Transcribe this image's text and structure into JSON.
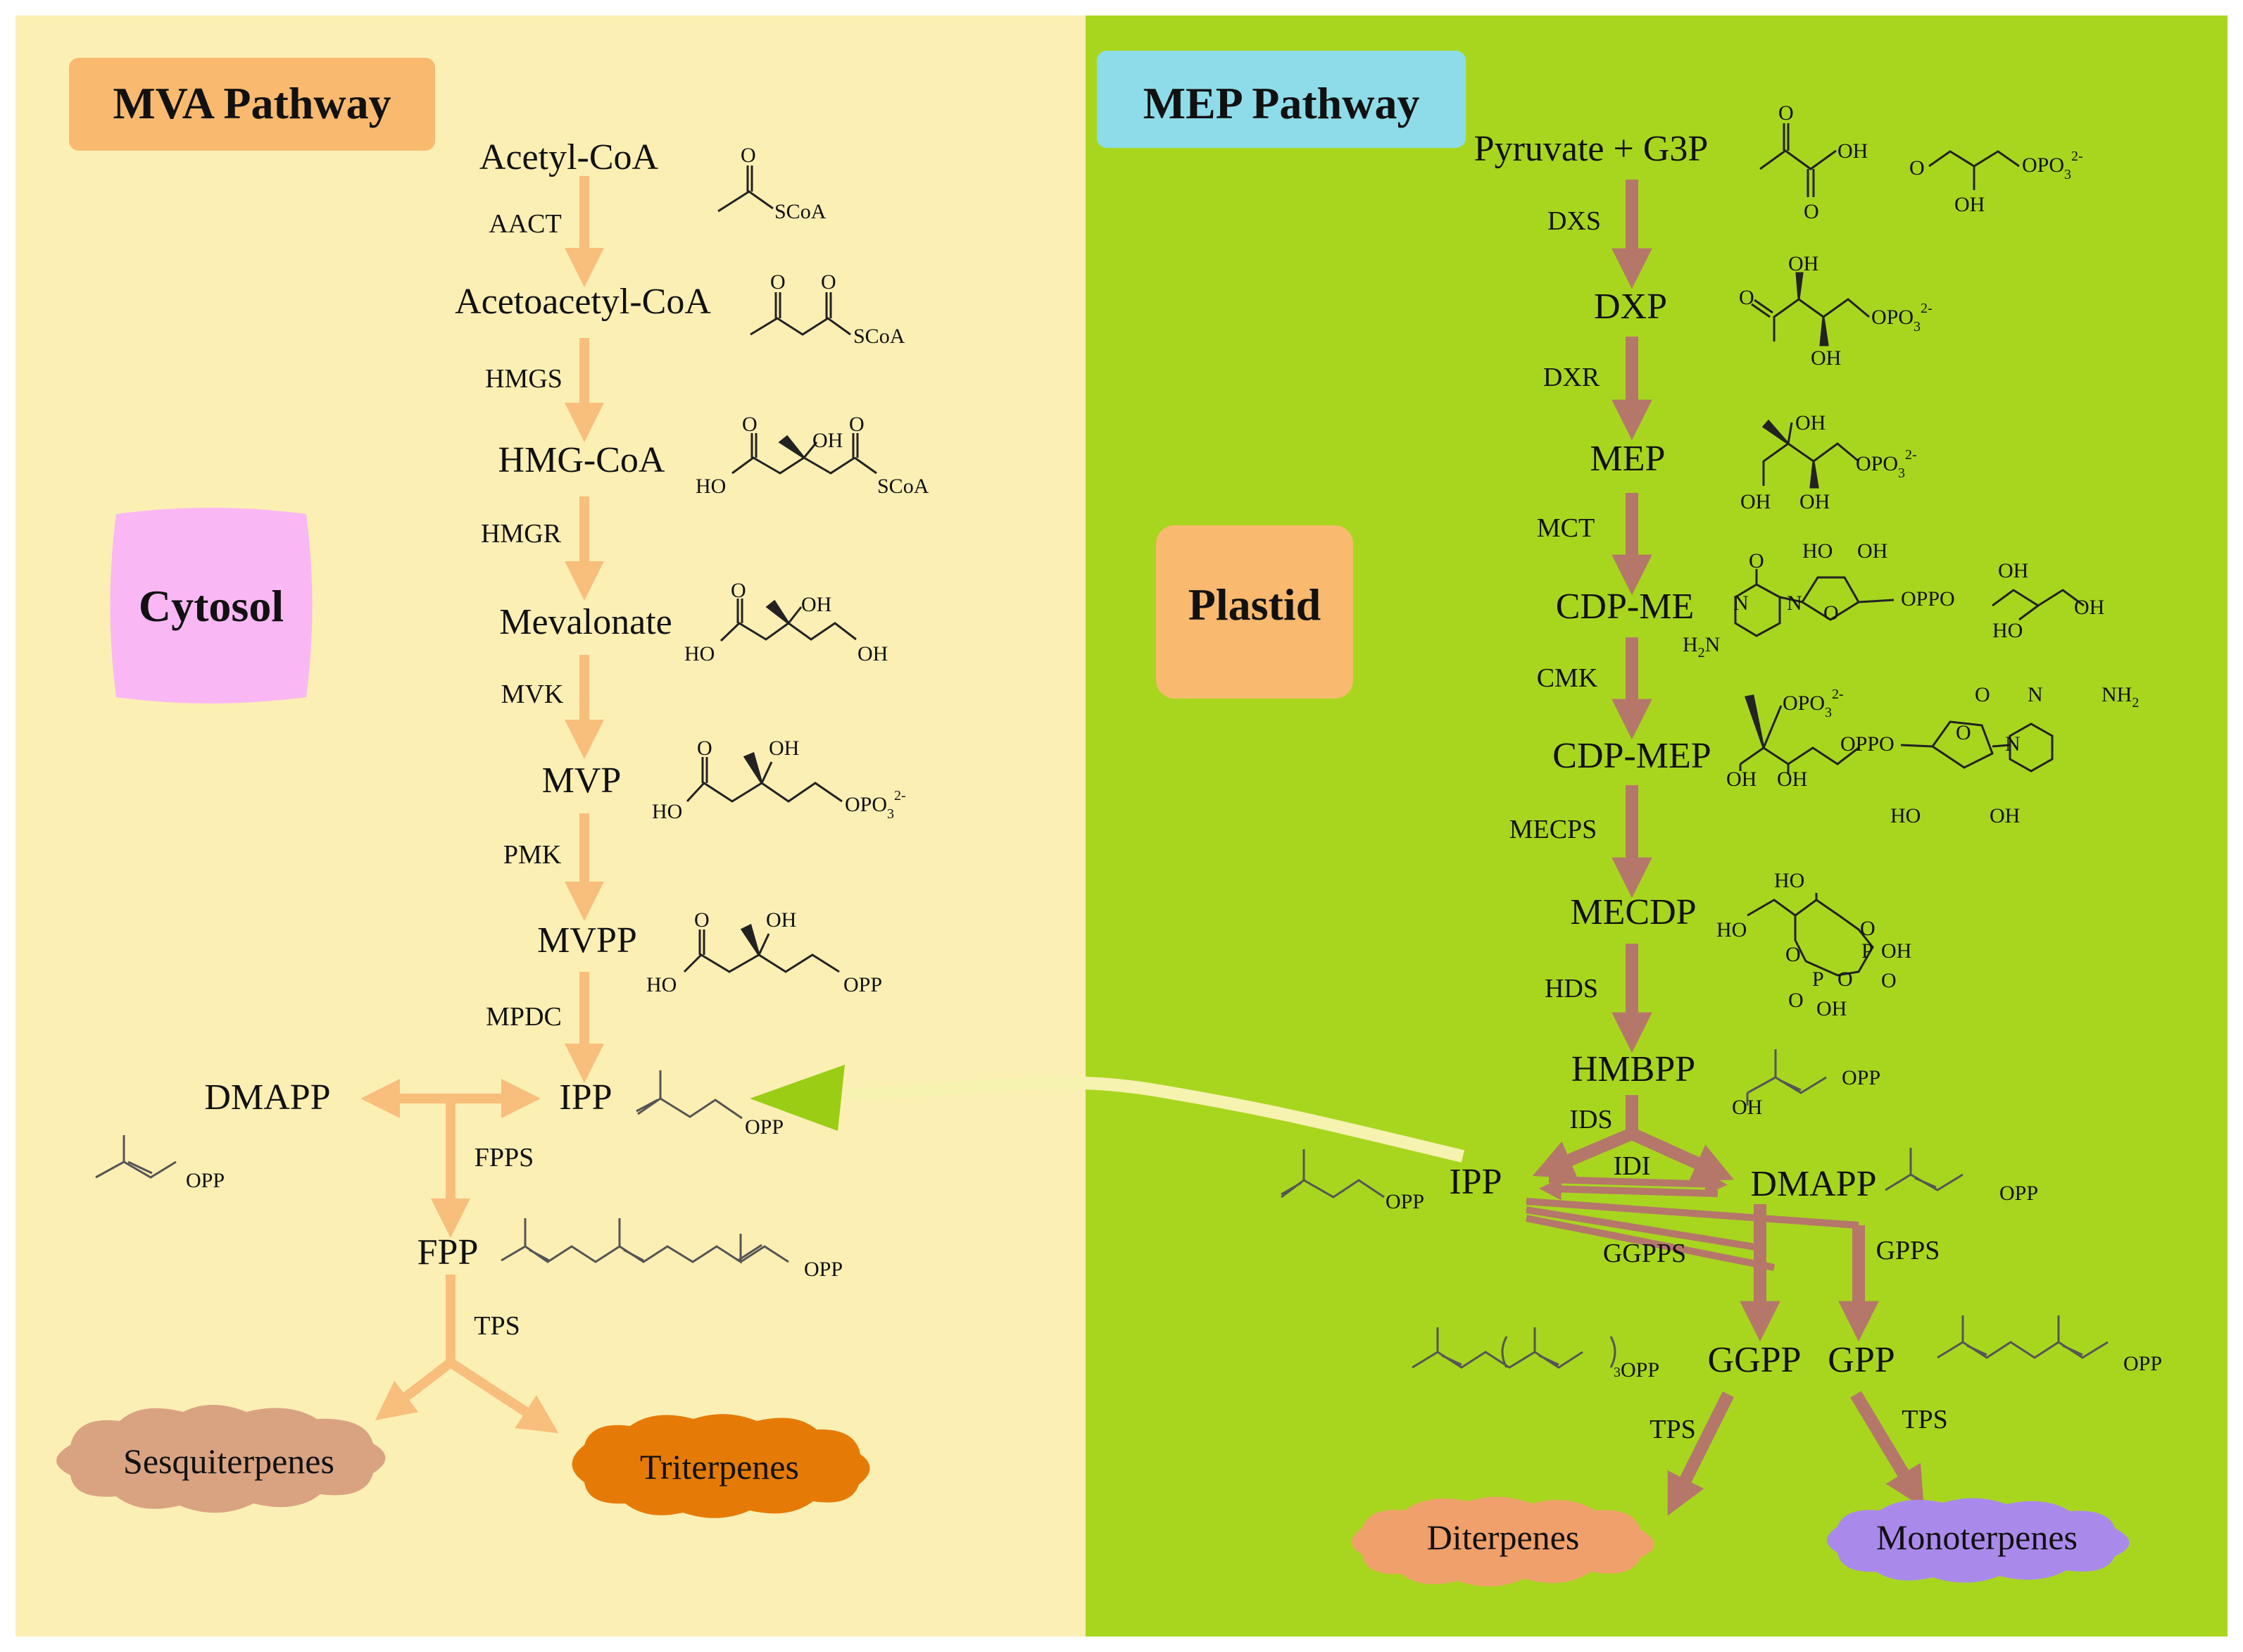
{
  "colors": {
    "mva_bg": "#FCEFB4",
    "mep_bg": "#A8D61F",
    "mva_arrow": "#F8BE7C",
    "mep_arrow": "#B5776A",
    "mva_label": "#F9B96E",
    "mep_label": "#8EDCEA",
    "cytosol": "#F9B7F4",
    "plastid": "#F9B96E",
    "sesquiterpenes": "#D9A382",
    "triterpenes": "#E57B06",
    "diterpenes": "#F0A06A",
    "monoterpenes": "#A98AEB",
    "transport": "#F6F2B0"
  },
  "mva": {
    "title": "MVA Pathway",
    "compartment": "Cytosol",
    "metabolites": [
      "Acetyl-CoA",
      "Acetoacetyl-CoA",
      "HMG-CoA",
      "Mevalonate",
      "MVP",
      "MVPP",
      "IPP",
      "DMAPP",
      "FPP"
    ],
    "enzymes": [
      "AACT",
      "HMGS",
      "HMGR",
      "MVK",
      "PMK",
      "MPDC",
      "FPPS",
      "TPS"
    ],
    "products": [
      "Sesquiterpenes",
      "Triterpenes"
    ]
  },
  "mep": {
    "title": "MEP Pathway",
    "compartment": "Plastid",
    "metabolites": [
      "Pyruvate + G3P",
      "DXP",
      "MEP",
      "CDP-ME",
      "CDP-MEP",
      "MECDP",
      "HMBPP",
      "IPP",
      "DMAPP",
      "GGPP",
      "GPP"
    ],
    "enzymes": [
      "DXS",
      "DXR",
      "MCT",
      "CMK",
      "MECPS",
      "HDS",
      "IDS",
      "IDI",
      "GGPPS",
      "GPPS",
      "TPS",
      "TPS"
    ],
    "products": [
      "Diterpenes",
      "Monoterpenes"
    ]
  },
  "chem": {
    "scoa": "SCoA",
    "ho": "HO",
    "oh": "OH",
    "o": "O",
    "opp": "OPP",
    "opo3": "OPO",
    "opo3_sup": "2-",
    "opo3_sub": "3",
    "oppo": "OPPO",
    "n": "N",
    "nh2": "NH",
    "nh2_sub": "2",
    "h2n": "H",
    "h2n_sub": "2",
    "h2n_n": "N",
    "p": "P",
    "opp3": "OPP",
    "sub3": "3"
  }
}
